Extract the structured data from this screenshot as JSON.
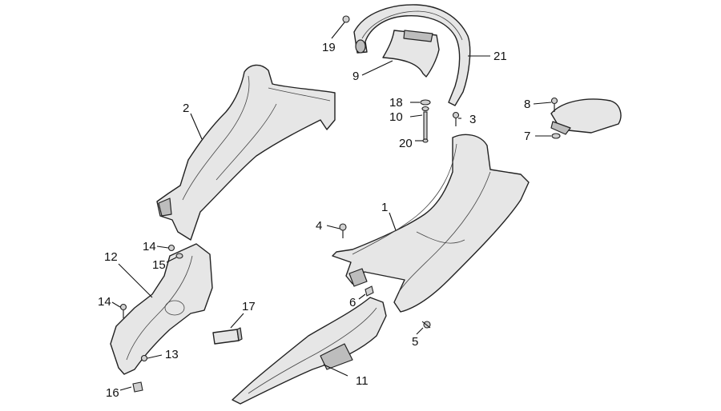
{
  "callouts": [
    {
      "id": "1",
      "label": "1"
    },
    {
      "id": "2",
      "label": "2"
    },
    {
      "id": "3",
      "label": "3"
    },
    {
      "id": "4",
      "label": "4"
    },
    {
      "id": "5",
      "label": "5"
    },
    {
      "id": "6",
      "label": "6"
    },
    {
      "id": "7",
      "label": "7"
    },
    {
      "id": "8",
      "label": "8"
    },
    {
      "id": "9",
      "label": "9"
    },
    {
      "id": "10",
      "label": "10"
    },
    {
      "id": "11",
      "label": "11"
    },
    {
      "id": "12",
      "label": "12"
    },
    {
      "id": "13",
      "label": "13"
    },
    {
      "id": "14a",
      "label": "14"
    },
    {
      "id": "14b",
      "label": "14"
    },
    {
      "id": "15",
      "label": "15"
    },
    {
      "id": "16",
      "label": "16"
    },
    {
      "id": "17",
      "label": "17"
    },
    {
      "id": "18",
      "label": "18"
    },
    {
      "id": "19",
      "label": "19"
    },
    {
      "id": "20",
      "label": "20"
    },
    {
      "id": "21",
      "label": "21"
    }
  ]
}
